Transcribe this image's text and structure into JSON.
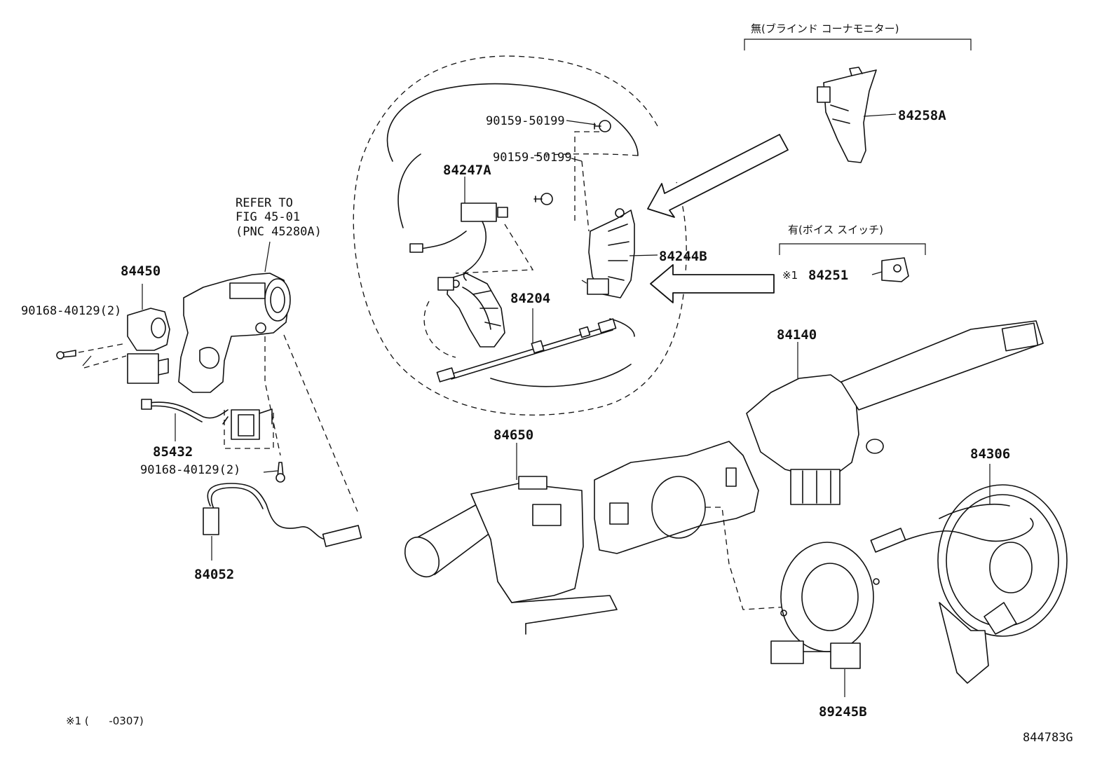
{
  "labels": {
    "p84258A": "84258A",
    "p90159_1": "90159-50199",
    "p90159_2": "90159-50199",
    "p84247A": "84247A",
    "p84244B": "84244B",
    "p84204": "84204",
    "p84251": "84251",
    "p84251_mark": "※1",
    "p84140": "84140",
    "p84450": "84450",
    "p90168_1": "90168-40129(2)",
    "p90168_2": "90168-40129(2)",
    "p85432": "85432",
    "p84052": "84052",
    "p84650": "84650",
    "p84306": "84306",
    "p89245B": "89245B"
  },
  "refer": {
    "line1": "REFER TO",
    "line2": "FIG 45-01",
    "line3": "(PNC 45280A)"
  },
  "groups": {
    "without": "無(ブラインド コーナモニター)",
    "with": "有(ボイス スイッチ)"
  },
  "footnote": "※1 (      -0307)",
  "diagram_id": "844783G"
}
